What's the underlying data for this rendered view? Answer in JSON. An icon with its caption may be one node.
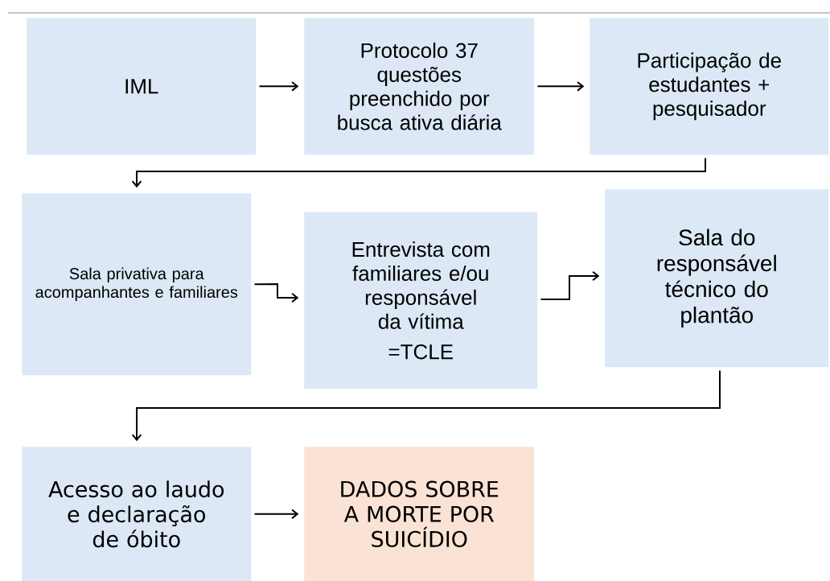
{
  "diagram": {
    "nodes": [
      {
        "text": [
          "IML"
        ]
      },
      {
        "text": [
          "Protocolo 37 questões preenchido por busca ativa diária"
        ]
      },
      {
        "text": [
          "Participação de estudantes + pesquisador"
        ]
      },
      {
        "text": [
          "Sala privativa para acompanhantes e familiares"
        ]
      },
      {
        "text": [
          "Entrevista com familiares e/ou responsável da vítima",
          "=TCLE"
        ]
      },
      {
        "text": [
          "Sala do responsável técnico do plantão"
        ]
      },
      {
        "text": [
          "Acesso ao laudo e declaração de óbito"
        ]
      },
      {
        "text": [
          "DADOS SOBRE A MORTE POR SUICÍDIO"
        ]
      }
    ],
    "edges": [
      {
        "from": 0,
        "to": 1,
        "arrow": "to"
      },
      {
        "from": 1,
        "to": 2,
        "arrow": "to"
      },
      {
        "from": 2,
        "to": 3,
        "arrow": "to"
      },
      {
        "from": 3,
        "to": 4,
        "arrow": "to"
      },
      {
        "from": 4,
        "to": 5,
        "arrow": "to"
      },
      {
        "from": 5,
        "to": 6,
        "arrow": "to"
      },
      {
        "from": 6,
        "to": 7,
        "arrow": "to"
      }
    ]
  }
}
